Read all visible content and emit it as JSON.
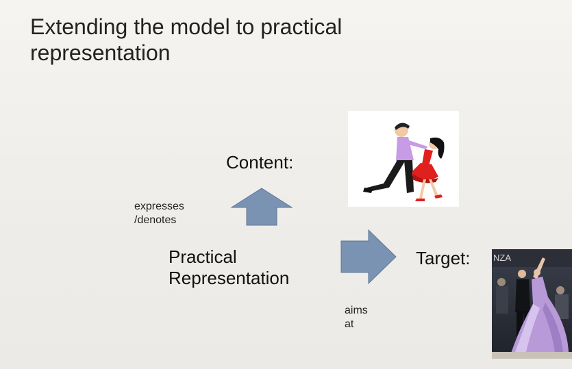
{
  "slide": {
    "title_line1": "Extending the model to practical",
    "title_line2": "representation"
  },
  "diagram": {
    "content_label": "Content:",
    "practical_line1": "Practical",
    "practical_line2": "Representation",
    "target_label": "Target:",
    "up_arrow_label_line1": "expresses",
    "up_arrow_label_line2": "/denotes",
    "right_arrow_label_line1": "aims",
    "right_arrow_label_line2": "at"
  },
  "colors": {
    "arrow_fill": "#7b93b3",
    "arrow_stroke": "#5d7696"
  },
  "images": {
    "content_image": "cartoon-dancing-couple",
    "target_image": "ballroom-dancers-photo",
    "target_image_partial_text": "NZA"
  }
}
